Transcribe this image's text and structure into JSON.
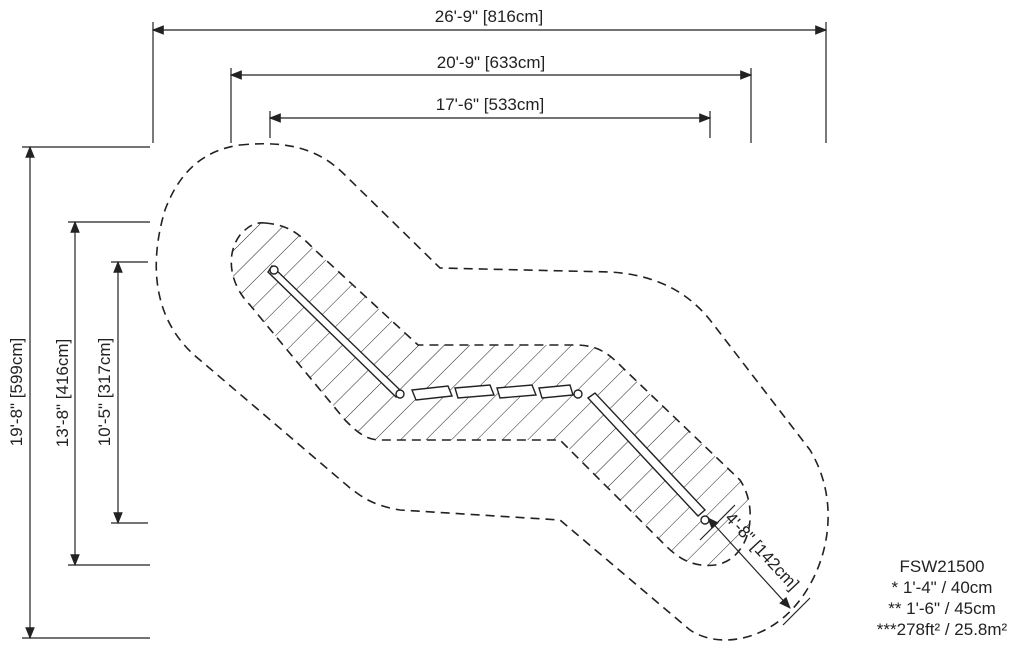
{
  "model": "FSW21500",
  "dimensions": {
    "width_outer": "26'-9\" [816cm]",
    "width_mid": "20'-9\" [633cm]",
    "width_inner": "17'-6\" [533cm]",
    "height_outer": "19'-8\" [599cm]",
    "height_mid": "13'-8\" [416cm]",
    "height_inner": "10'-5\" [317cm]",
    "stair_width": "4'-8\" [142cm]"
  },
  "notes": [
    "* 1'-4\" / 40cm",
    "** 1'-6\" / 45cm",
    "***278ft² / 25.8m²"
  ]
}
